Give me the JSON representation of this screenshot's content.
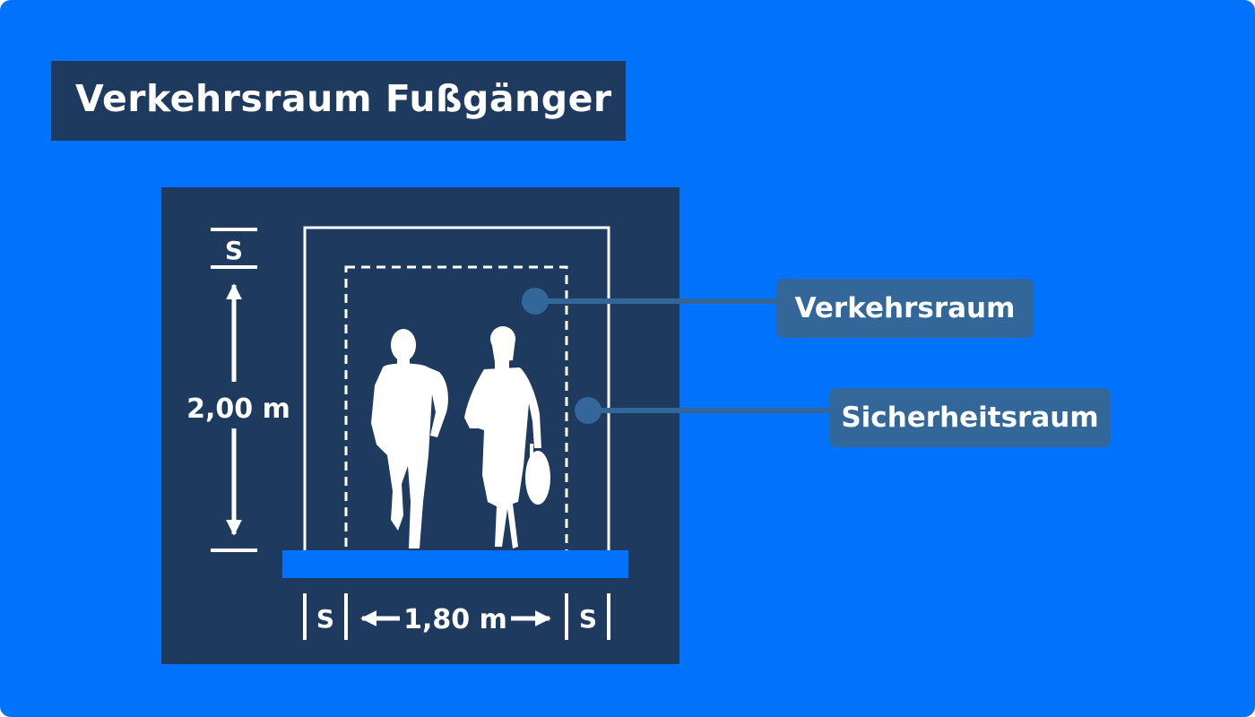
{
  "title": "Verkehrsraum Fußgänger",
  "dimensions": {
    "height_label": "2,00 m",
    "width_label": "1,80 m",
    "s_top": "S",
    "s_left": "S",
    "s_right": "S"
  },
  "callouts": {
    "verkehrsraum": "Verkehrsraum",
    "sicherheitsraum": "Sicherheitsraum"
  },
  "colors": {
    "background": "#0072fb",
    "panel": "#1e3a5f",
    "callout": "#336699",
    "line": "#ffffff"
  }
}
